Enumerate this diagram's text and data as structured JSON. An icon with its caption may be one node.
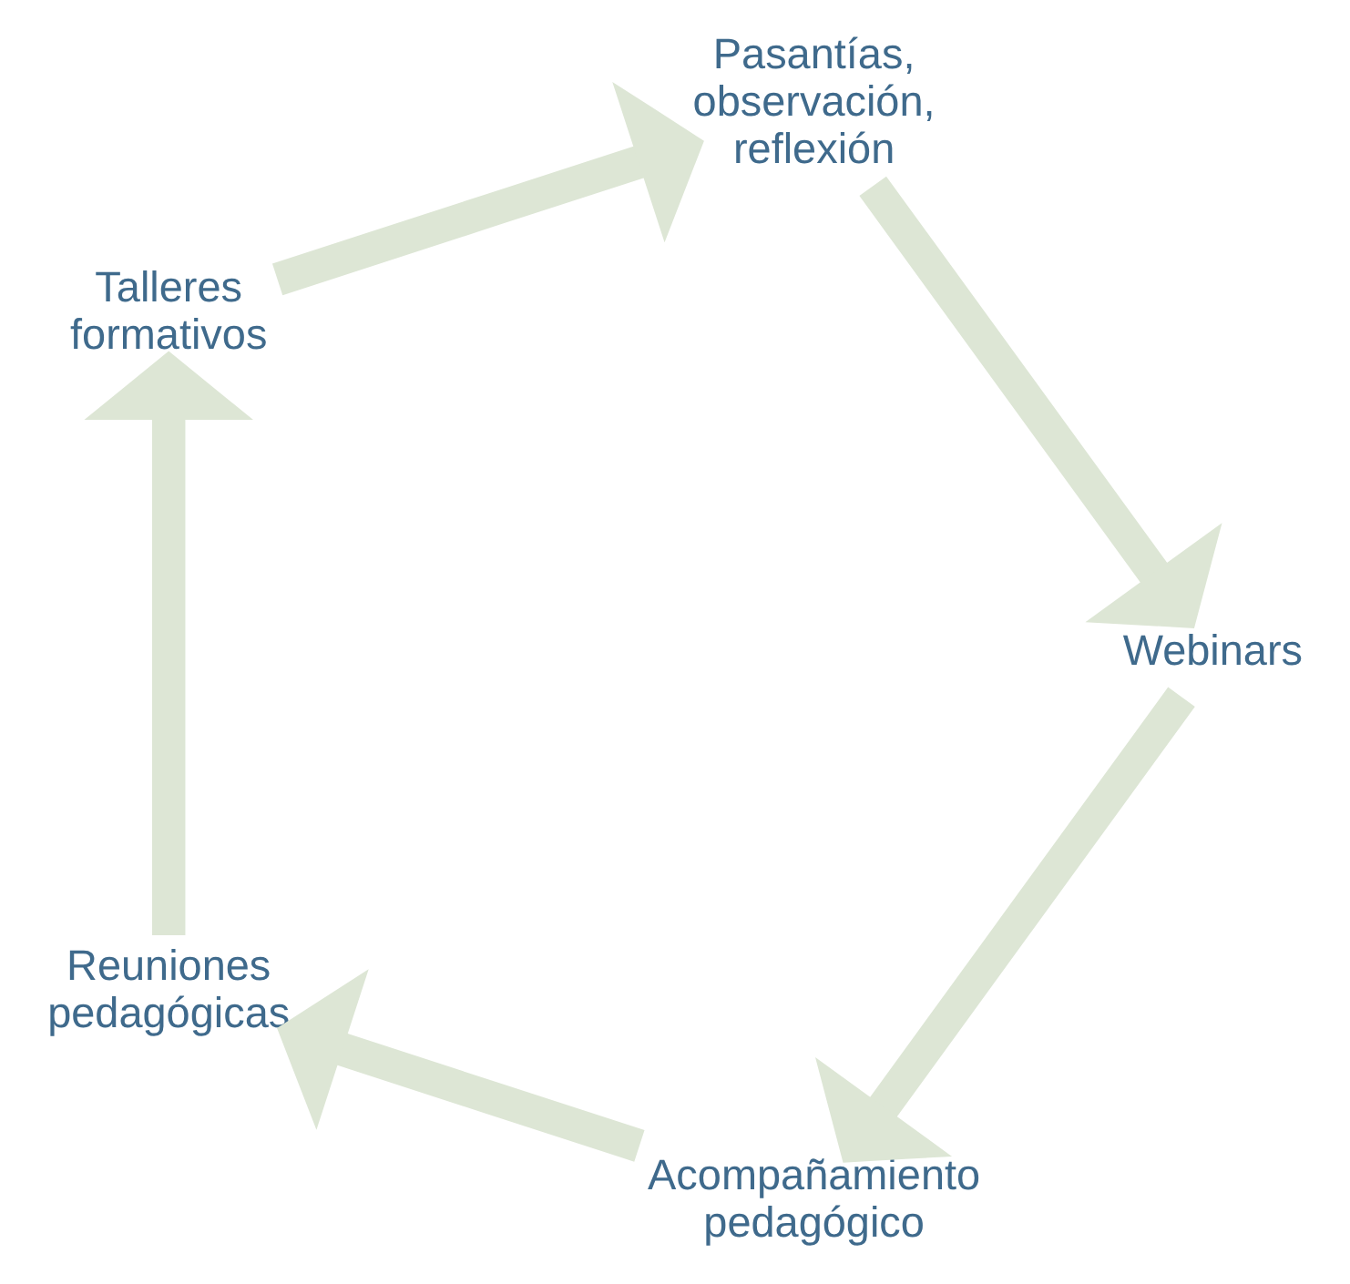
{
  "diagram": {
    "nodes": [
      {
        "text": [
          "Acompañamiento pedagógico"
        ]
      },
      {
        "text": [
          "Reuniones pedagógicas"
        ]
      },
      {
        "text": [
          "Talleres formativos"
        ]
      },
      {
        "text": [
          "Pasantías, observación, reflexión"
        ]
      },
      {
        "text": [
          "Webinars"
        ]
      }
    ],
    "edges": [
      {
        "from": 0,
        "to": 1,
        "arrow": "to"
      },
      {
        "from": 1,
        "to": 2,
        "arrow": "to"
      },
      {
        "from": 2,
        "to": 3,
        "arrow": "to"
      },
      {
        "from": 3,
        "to": 4,
        "arrow": "to"
      },
      {
        "from": 4,
        "to": 0,
        "arrow": "to"
      }
    ]
  }
}
